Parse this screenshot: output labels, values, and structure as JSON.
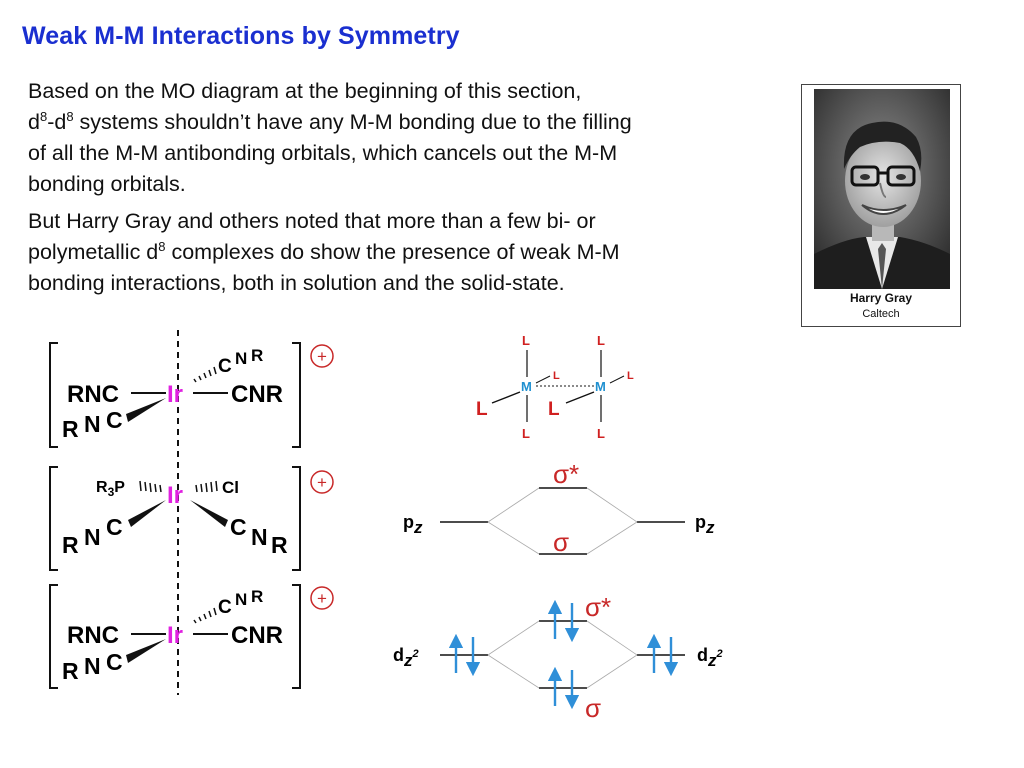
{
  "title": "Weak M-M Interactions by Symmetry",
  "paragraph1": {
    "l1": "Based on the MO diagram at the beginning of this section,",
    "l2_a": "d",
    "l2_sup1": "8",
    "l2_b": "-d",
    "l2_sup2": "8",
    "l2_c": " systems shouldn’t have any M-M bonding due to the filling",
    "l3": "of all the M-M antibonding orbitals, which cancels out the M-M",
    "l4": "bonding orbitals."
  },
  "paragraph2": {
    "l1": "But Harry Gray and others noted that more than a few bi- or",
    "l2_a": "polymetallic d",
    "l2_sup": "8",
    "l2_b": " complexes do show the presence of weak M-M",
    "l3": "bonding interactions, both in solution and the solid-state."
  },
  "photo": {
    "name": "Harry Gray",
    "affiliation": "Caltech"
  },
  "structures": {
    "metal": "Ir",
    "charge": "+",
    "s1": {
      "left": "RNC",
      "right": "CNR",
      "top_c": "C",
      "top_n": "N",
      "top_r": "R",
      "bot_r": "R",
      "bot_n": "N",
      "bot_c": "C"
    },
    "s2": {
      "left": "R",
      "left_sub": "3",
      "left_p": "P",
      "right": "Cl",
      "bl_r": "R",
      "bl_n": "N",
      "bl_c": "C",
      "br_c": "C",
      "br_n": "N",
      "br_r": "R"
    },
    "s3": {
      "left": "RNC",
      "right": "CNR",
      "top_c": "C",
      "top_n": "N",
      "top_r": "R",
      "bot_r": "R",
      "bot_n": "N",
      "bot_c": "C"
    }
  },
  "dimer": {
    "ligand": "L",
    "metal": "M"
  },
  "mo_p": {
    "sigma_star": "σ*",
    "sigma": "σ",
    "left_label": "p",
    "left_sub": "z",
    "right_label": "p",
    "right_sub": "z"
  },
  "mo_d": {
    "sigma_star": "σ*",
    "sigma": "σ",
    "left_label": "d",
    "left_sub": "z",
    "left_sup": "2",
    "right_label": "d",
    "right_sub": "z",
    "right_sup": "2"
  },
  "colors": {
    "title": "#1a2fd0",
    "metal": "#e020e0",
    "dimer_red": "#d02020",
    "dimer_metal": "#2090d0",
    "sigma_red": "#c82828",
    "electron_arrows": "#2f8fd8"
  }
}
